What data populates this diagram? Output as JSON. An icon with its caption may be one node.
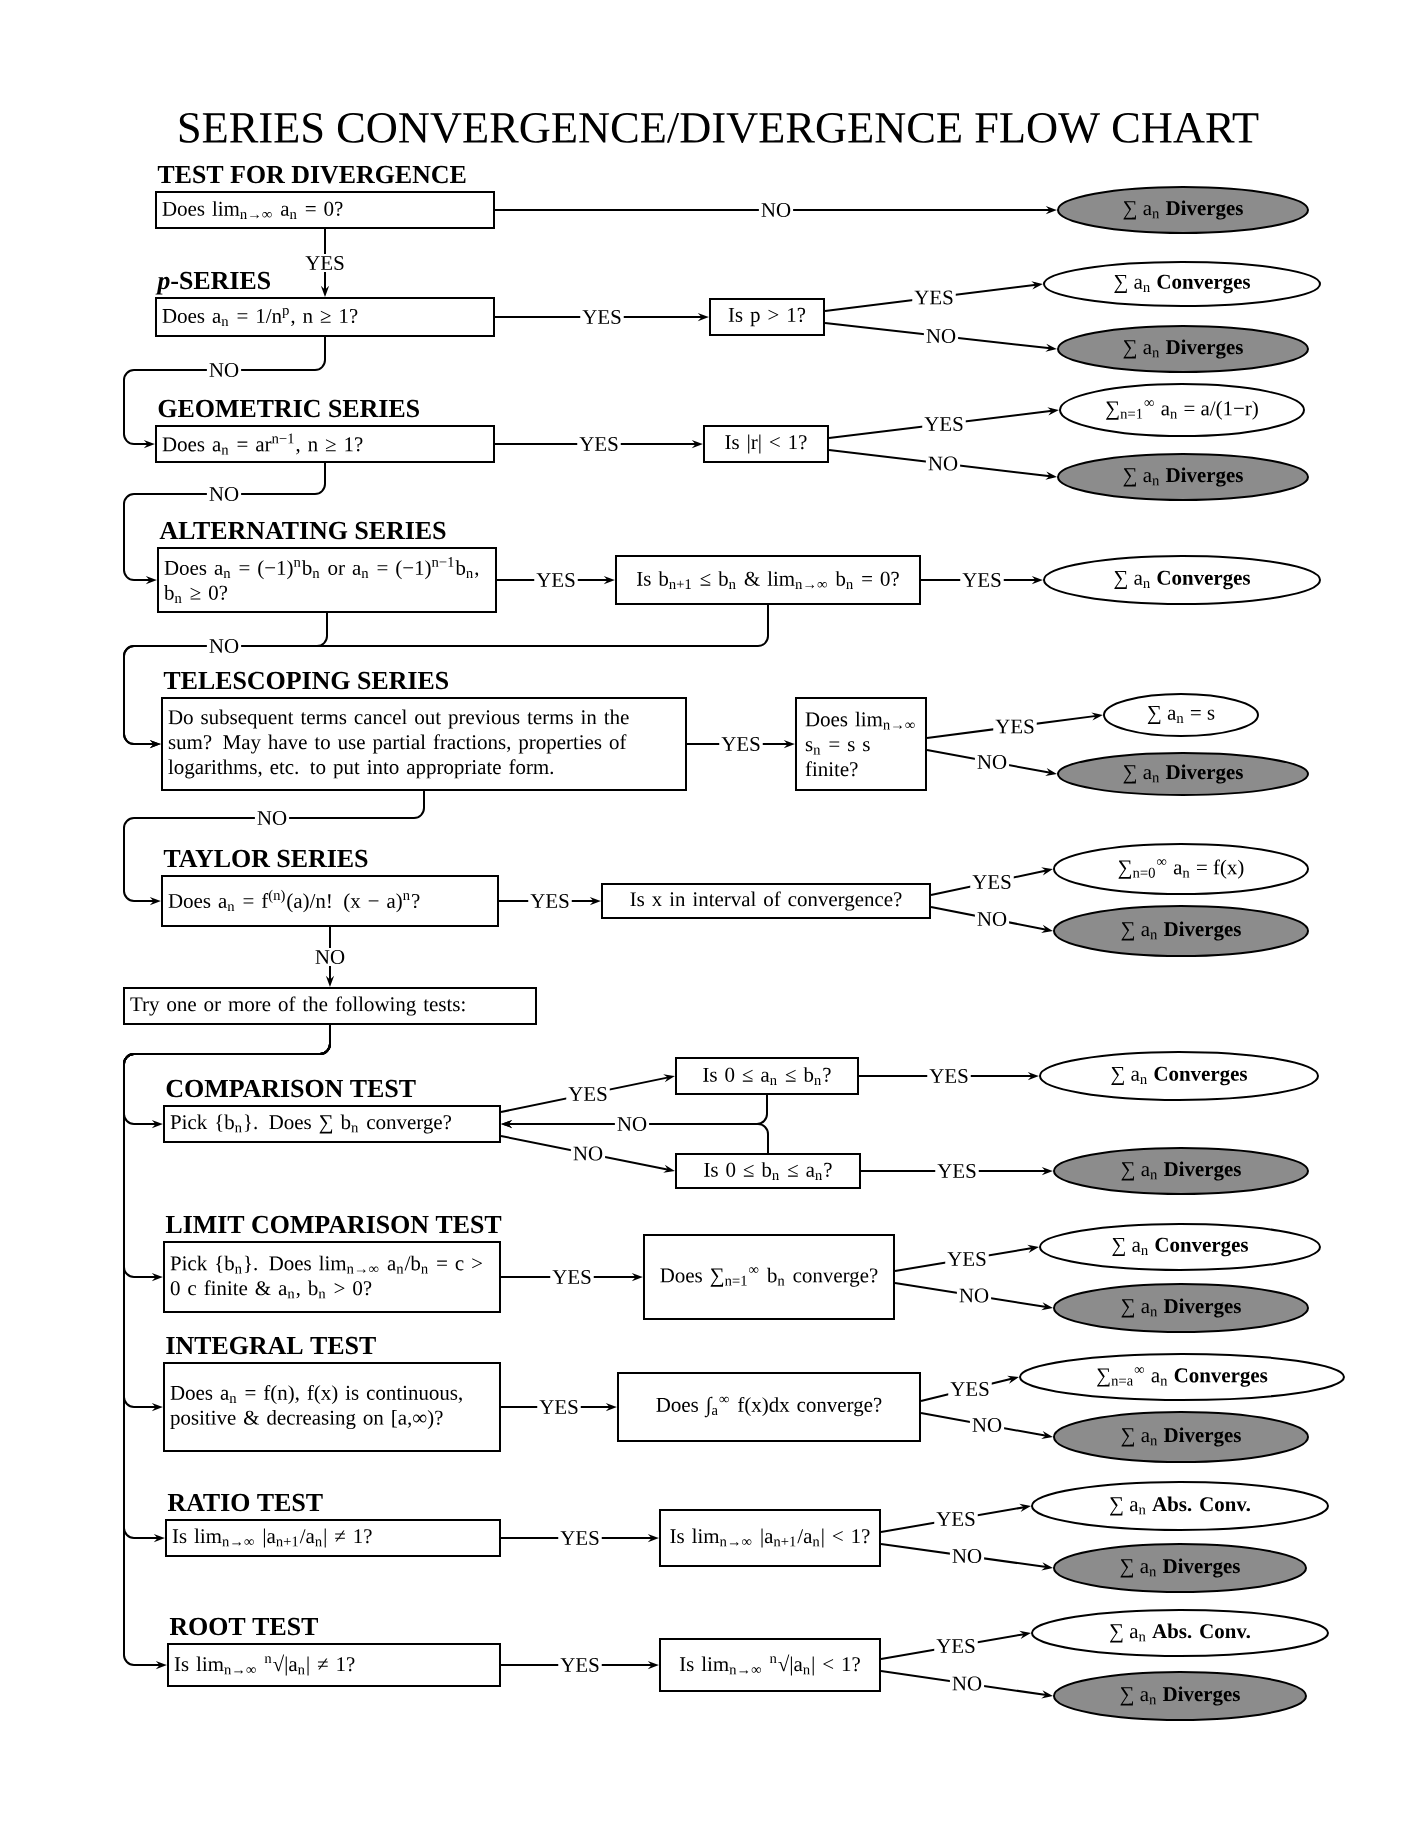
{
  "diagram": {
    "title": "SERIES CONVERGENCE/DIVERGENCE FLOW CHART",
    "nodes": [
      {
        "text": [
          "TEST FOR DIVERGENCE",
          "Does lim$_{n→∞}$ a$_{n}$ = 0?"
        ]
      },
      {
        "text": [
          "∑ a$_{n}$ **Diverges**"
        ]
      },
      {
        "text": [
          "*p*-SERIES",
          "Does a$_{n}$ = 1/n$^{p}$, n ≥ 1?"
        ]
      },
      {
        "text": [
          "Is p > 1?"
        ]
      },
      {
        "text": [
          "∑ a$_{n}$ **Converges**"
        ]
      },
      {
        "text": [
          "∑ a$_{n}$ **Diverges**"
        ]
      },
      {
        "text": [
          "GEOMETRIC SERIES",
          "Does a$_{n}$ = ar$^{n−1}$, n ≥ 1?"
        ]
      },
      {
        "text": [
          "Is |r| < 1?"
        ]
      },
      {
        "text": [
          "∑$_{n=1}$$^{∞}$ a$_{n}$ = a/(1−r)"
        ]
      },
      {
        "text": [
          "∑ a$_{n}$ **Diverges**"
        ]
      },
      {
        "text": [
          "ALTERNATING SERIES",
          "Does a$_{n}$ = (−1)$^{n}$b$_{n}$ or a$_{n}$ = (−1)$^{n−1}$b$_{n}$, b$_{n}$ ≥ 0?"
        ]
      },
      {
        "text": [
          "Is b$_{n+1}$ ≤ b$_{n}$ & lim$_{n→∞}$ b$_{n}$ = 0?"
        ]
      },
      {
        "text": [
          "∑ a$_{n}$ **Converges**"
        ]
      },
      {
        "text": [
          "TELESCOPING SERIES",
          "Do subsequent terms cancel out previous terms in the sum? May have to use partial fractions, properties of logarithms, etc. to put into appropriate form."
        ]
      },
      {
        "text": [
          "Does lim$_{n→∞}$ s$_{n}$ = s s finite?"
        ]
      },
      {
        "text": [
          "∑ a$_{n}$ = s"
        ]
      },
      {
        "text": [
          "∑ a$_{n}$ **Diverges**"
        ]
      },
      {
        "text": [
          "TAYLOR SERIES",
          "Does a$_{n}$ = f$^{(n)}$(a)/n! (x − a)$^{n}$?"
        ]
      },
      {
        "text": [
          "Is x in interval of convergence?"
        ]
      },
      {
        "text": [
          "∑$_{n=0}$$^{∞}$ a$_{n}$ = f(x)"
        ]
      },
      {
        "text": [
          "∑ a$_{n}$ **Diverges**"
        ]
      },
      {
        "text": [
          "Try one or more of the following tests:"
        ]
      },
      {
        "text": [
          "COMPARISON TEST",
          "Pick {b$_{n}$}. Does ∑ b$_{n}$ converge?"
        ]
      },
      {
        "text": [
          "Is 0 ≤ a$_{n}$ ≤ b$_{n}$?"
        ]
      },
      {
        "text": [
          "∑ a$_{n}$ **Converges**"
        ]
      },
      {
        "text": [
          "Is 0 ≤ b$_{n}$ ≤ a$_{n}$?"
        ]
      },
      {
        "text": [
          "∑ a$_{n}$ **Diverges**"
        ]
      },
      {
        "text": [
          "LIMIT COMPARISON TEST",
          "Pick {b$_{n}$}. Does lim$_{n→∞}$ a$_{n}$/b$_{n}$ = c > 0 c finite & a$_{n}$, b$_{n}$ > 0?"
        ]
      },
      {
        "text": [
          "Does ∑$_{n=1}$$^{∞}$ b$_{n}$ converge?"
        ]
      },
      {
        "text": [
          "∑ a$_{n}$ **Converges**"
        ]
      },
      {
        "text": [
          "∑ a$_{n}$ **Diverges**"
        ]
      },
      {
        "text": [
          "INTEGRAL TEST",
          "Does a$_{n}$ = f(n), f(x) is continuous, positive & decreasing on [a,∞)?"
        ]
      },
      {
        "text": [
          "Does ∫$_{a}$$^{∞}$ f(x)dx converge?"
        ]
      },
      {
        "text": [
          "∑$_{n=a}$$^{∞}$ a$_{n}$ **Converges**"
        ]
      },
      {
        "text": [
          "∑ a$_{n}$ **Diverges**"
        ]
      },
      {
        "text": [
          "RATIO TEST",
          "Is lim$_{n→∞}$ |a$_{n+1}$/a$_{n}$| ≠ 1?"
        ]
      },
      {
        "text": [
          "Is lim$_{n→∞}$ |a$_{n+1}$/a$_{n}$| < 1?"
        ]
      },
      {
        "text": [
          "∑ a$_{n}$ **Abs. Conv.**"
        ]
      },
      {
        "text": [
          "∑ a$_{n}$ **Diverges**"
        ]
      },
      {
        "text": [
          "ROOT TEST",
          "Is lim$_{n→∞}$ $^{n}$√|a$_{n}$| ≠ 1?"
        ]
      },
      {
        "text": [
          "Is lim$_{n→∞}$ $^{n}$√|a$_{n}$| < 1?"
        ]
      },
      {
        "text": [
          "∑ a$_{n}$ **Abs. Conv.**"
        ]
      },
      {
        "text": [
          "∑ a$_{n}$ **Diverges**"
        ]
      }
    ],
    "edges": [
      {
        "from": 0,
        "to": 1,
        "arrow": "to",
        "label": "NO"
      },
      {
        "from": 0,
        "to": 2,
        "arrow": "to",
        "label": "YES"
      },
      {
        "from": 2,
        "to": 3,
        "arrow": "to",
        "label": "YES"
      },
      {
        "from": 3,
        "to": 4,
        "arrow": "to",
        "label": "YES"
      },
      {
        "from": 3,
        "to": 5,
        "arrow": "to",
        "label": "NO"
      },
      {
        "from": 2,
        "to": 6,
        "arrow": "to",
        "label": "NO"
      },
      {
        "from": 6,
        "to": 7,
        "arrow": "to",
        "label": "YES"
      },
      {
        "from": 7,
        "to": 8,
        "arrow": "to",
        "label": "YES"
      },
      {
        "from": 7,
        "to": 9,
        "arrow": "to",
        "label": "NO"
      },
      {
        "from": 6,
        "to": 10,
        "arrow": "to",
        "label": "NO"
      },
      {
        "from": 10,
        "to": 11,
        "arrow": "to",
        "label": "YES"
      },
      {
        "from": 11,
        "to": 12,
        "arrow": "to",
        "label": "YES"
      },
      {
        "from": 10,
        "to": 13,
        "arrow": "to",
        "label": "NO"
      },
      {
        "from": 11,
        "to": 13,
        "arrow": "to"
      },
      {
        "from": 13,
        "to": 14,
        "arrow": "to",
        "label": "YES"
      },
      {
        "from": 14,
        "to": 15,
        "arrow": "to",
        "label": "YES"
      },
      {
        "from": 14,
        "to": 16,
        "arrow": "to",
        "label": "NO"
      },
      {
        "from": 13,
        "to": 17,
        "arrow": "to",
        "label": "NO"
      },
      {
        "from": 17,
        "to": 18,
        "arrow": "to",
        "label": "YES"
      },
      {
        "from": 18,
        "to": 19,
        "arrow": "to",
        "label": "YES"
      },
      {
        "from": 18,
        "to": 20,
        "arrow": "to",
        "label": "NO"
      },
      {
        "from": 17,
        "to": 21,
        "arrow": "to",
        "label": "NO"
      },
      {
        "from": 21,
        "to": 22,
        "arrow": "to"
      },
      {
        "from": 21,
        "to": 27,
        "arrow": "to"
      },
      {
        "from": 21,
        "to": 31,
        "arrow": "to"
      },
      {
        "from": 21,
        "to": 35,
        "arrow": "to"
      },
      {
        "from": 21,
        "to": 39,
        "arrow": "to"
      },
      {
        "from": 22,
        "to": 23,
        "arrow": "to",
        "label": "YES"
      },
      {
        "from": 22,
        "to": 25,
        "arrow": "to",
        "label": "NO"
      },
      {
        "from": 23,
        "to": 24,
        "arrow": "to",
        "label": "YES"
      },
      {
        "from": 25,
        "to": 26,
        "arrow": "to",
        "label": "YES"
      },
      {
        "from": 23,
        "to": 22,
        "arrow": "to",
        "label": "NO"
      },
      {
        "from": 25,
        "to": 22,
        "arrow": "to"
      },
      {
        "from": 27,
        "to": 28,
        "arrow": "to",
        "label": "YES"
      },
      {
        "from": 28,
        "to": 29,
        "arrow": "to",
        "label": "YES"
      },
      {
        "from": 28,
        "to": 30,
        "arrow": "to",
        "label": "NO"
      },
      {
        "from": 31,
        "to": 32,
        "arrow": "to",
        "label": "YES"
      },
      {
        "from": 32,
        "to": 33,
        "arrow": "to",
        "label": "YES"
      },
      {
        "from": 32,
        "to": 34,
        "arrow": "to",
        "label": "NO"
      },
      {
        "from": 35,
        "to": 36,
        "arrow": "to",
        "label": "YES"
      },
      {
        "from": 36,
        "to": 37,
        "arrow": "to",
        "label": "YES"
      },
      {
        "from": 36,
        "to": 38,
        "arrow": "to",
        "label": "NO"
      },
      {
        "from": 39,
        "to": 40,
        "arrow": "to",
        "label": "YES"
      },
      {
        "from": 40,
        "to": 41,
        "arrow": "to",
        "label": "YES"
      },
      {
        "from": 40,
        "to": 42,
        "arrow": "to",
        "label": "NO"
      }
    ]
  }
}
